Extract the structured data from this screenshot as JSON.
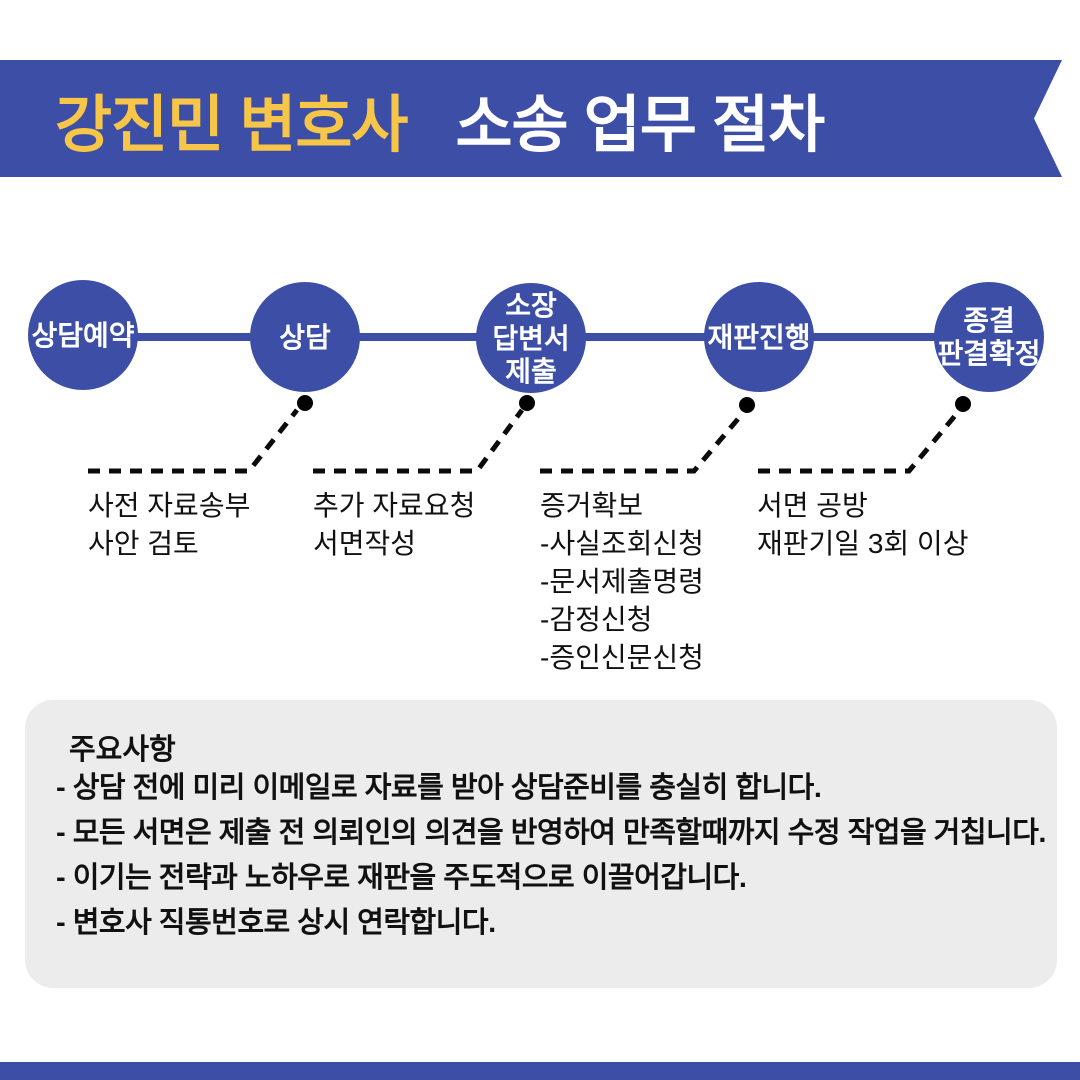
{
  "banner": {
    "lawyer_name": "강진민 변호사",
    "title": "소송 업무 절차"
  },
  "timeline": {
    "steps": [
      {
        "lines": [
          "상담예약"
        ]
      },
      {
        "lines": [
          "상담"
        ],
        "notes": [
          "사전 자료송부",
          "사안 검토"
        ]
      },
      {
        "lines": [
          "소장",
          "답변서",
          "제출"
        ],
        "notes": [
          "추가 자료요청",
          "서면작성"
        ]
      },
      {
        "lines": [
          "재판진행"
        ],
        "notes": [
          "증거확보",
          "-사실조회신청",
          "-문서제출명령",
          "-감정신청",
          "-증인신문신청"
        ]
      },
      {
        "lines": [
          "종결",
          "판결확정"
        ],
        "notes": [
          "서면 공방",
          "재판기일 3회 이상"
        ]
      }
    ]
  },
  "notice": {
    "title": "주요사항",
    "items": [
      "- 상담 전에 미리 이메일로 자료를 받아 상담준비를 충실히 합니다.",
      "- 모든 서면은 제출 전 의뢰인의 의견을 반영하여 만족할때까지 수정 작업을 거칩니다.",
      "- 이기는 전략과 노하우로 재판을 주도적으로 이끌어갑니다.",
      "- 변호사 직통번호로 상시 연락합니다."
    ]
  },
  "colors": {
    "primary_blue": "#3D4EA6",
    "accent_yellow": "#F7C548",
    "notice_gray": "#ECECEC",
    "text_black": "#111111"
  }
}
